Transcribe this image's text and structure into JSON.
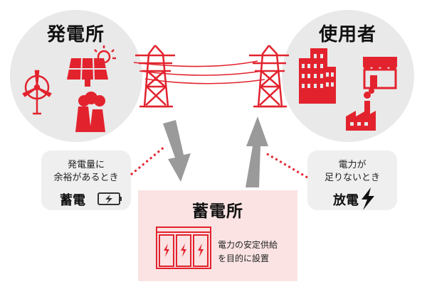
{
  "colors": {
    "accent": "#e2232e",
    "circle_bg": "#e9e9e9",
    "box_bg": "#efefef",
    "storage_bg": "#fbe3e3",
    "arrow": "#9a9a9a"
  },
  "power_plant": {
    "title": "発電所",
    "icons": [
      "wind-turbine-icon",
      "solar-panel-icon",
      "sun-icon",
      "factory-icon"
    ]
  },
  "consumer": {
    "title": "使用者",
    "icons": [
      "buildings-icon",
      "shop-icon",
      "factory-icon"
    ]
  },
  "charge_note": {
    "line1": "発電量に",
    "line2": "余裕があるとき",
    "action": "蓄電",
    "icon": "battery-charging-icon"
  },
  "discharge_note": {
    "line1": "電力が",
    "line2": "足りないとき",
    "action": "放電",
    "icon": "lightning-icon"
  },
  "storage": {
    "title": "蓄電所",
    "desc_line1": "電力の安定供給",
    "desc_line2": "を目的に設置",
    "icon": "battery-cabinet-icon"
  }
}
